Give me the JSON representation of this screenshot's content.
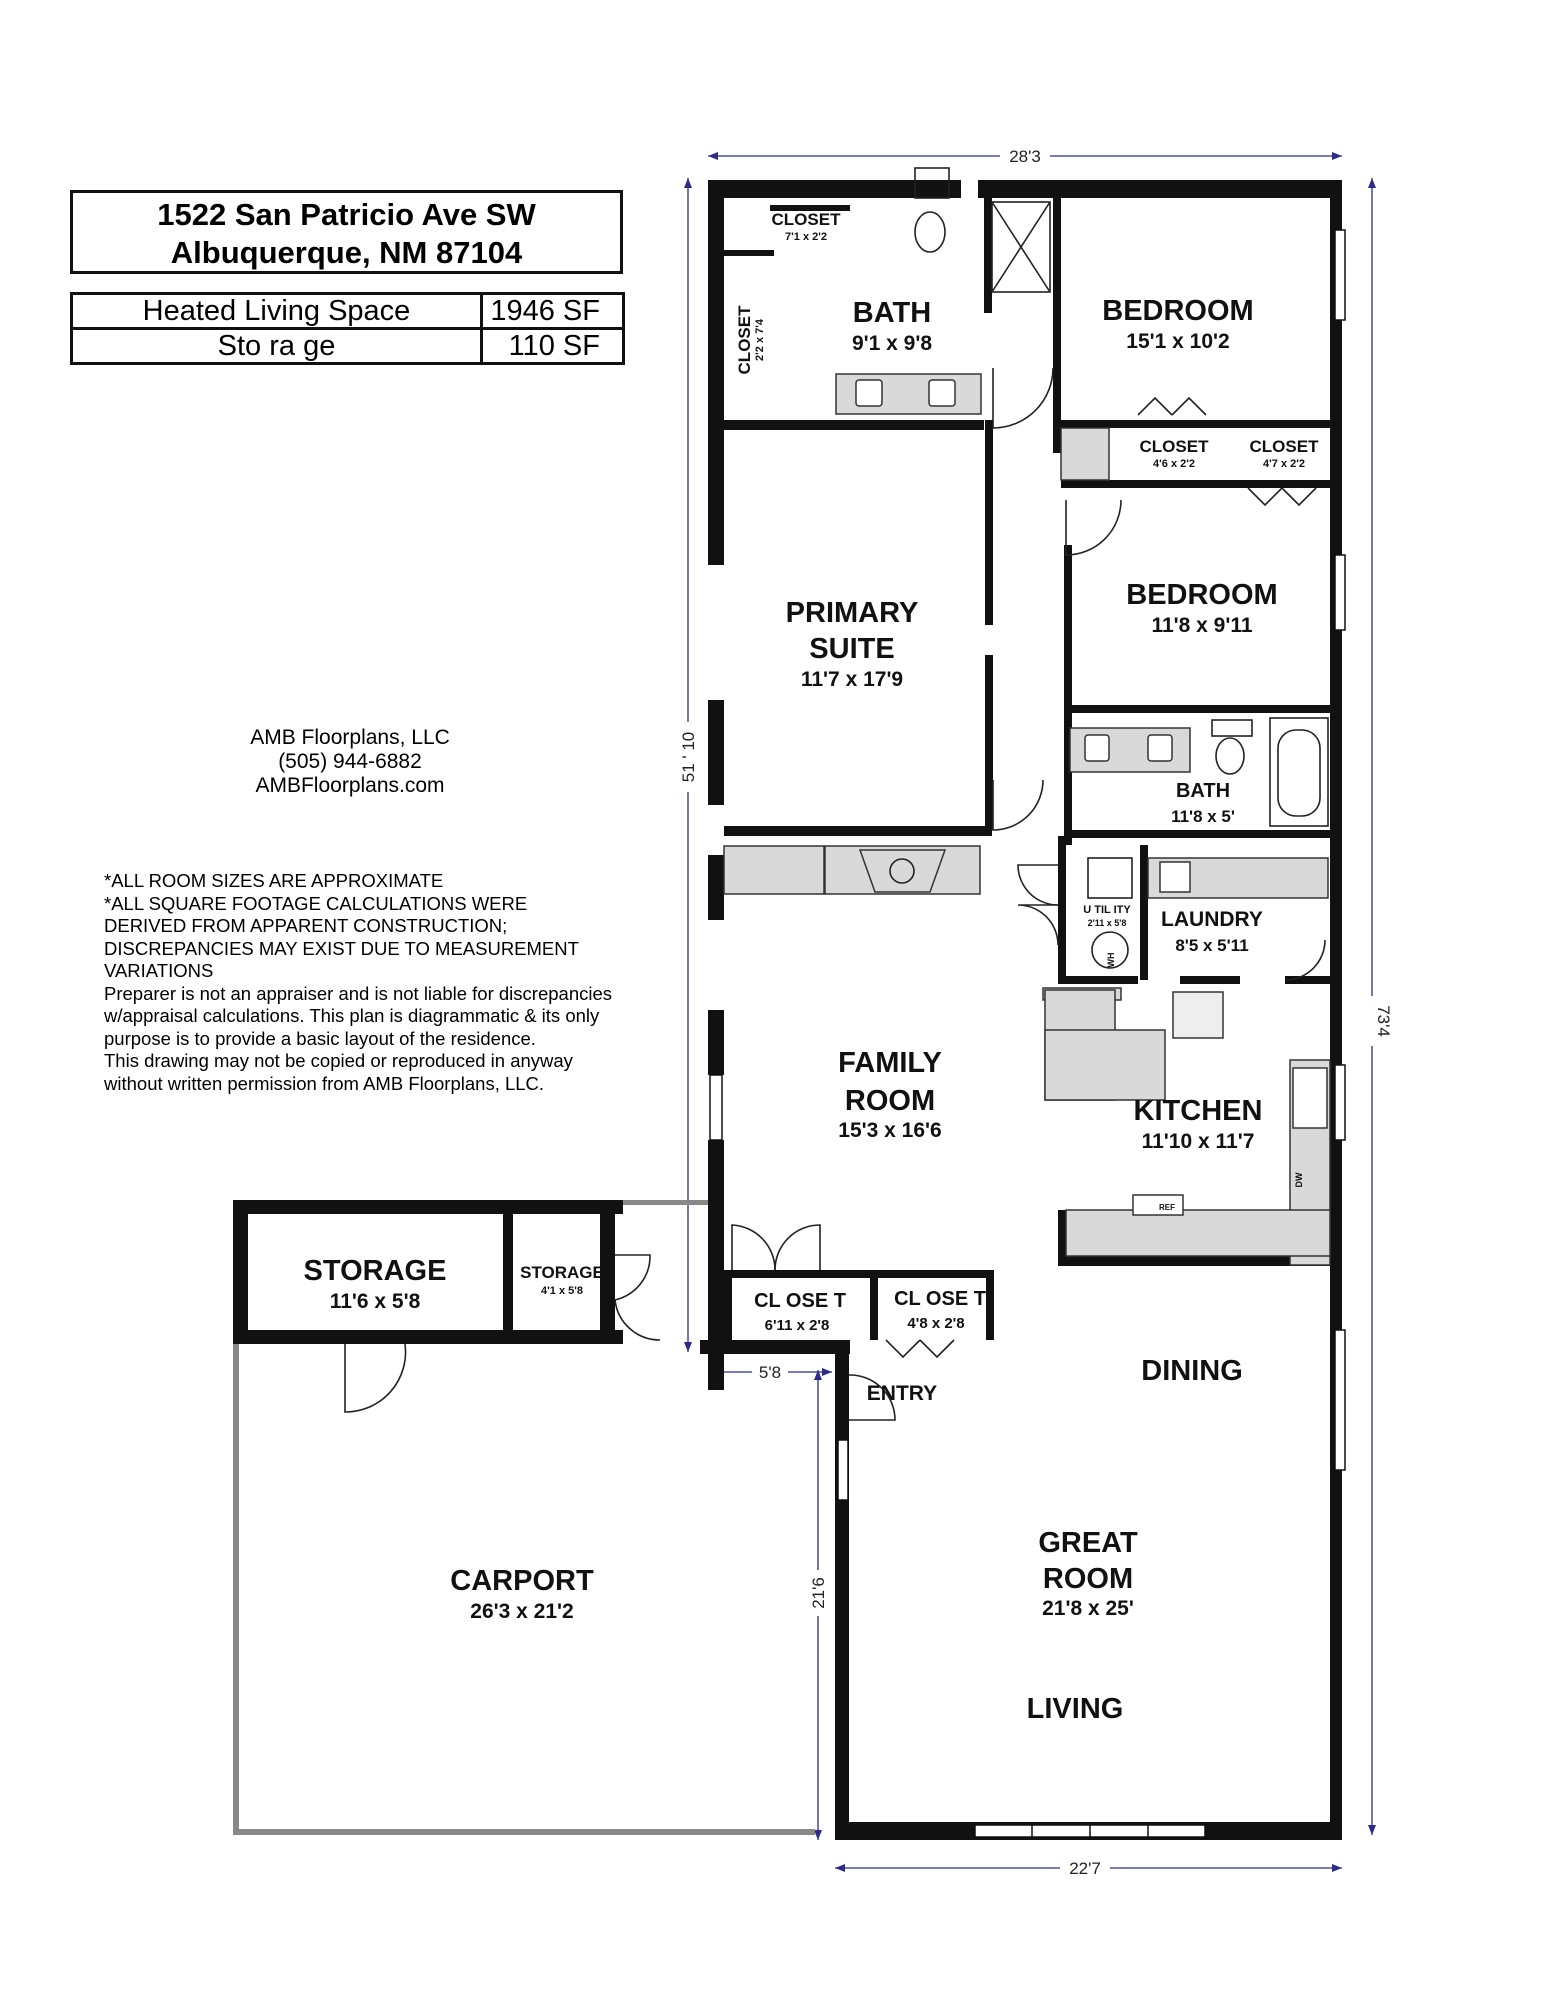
{
  "header": {
    "address_line1": "1522 San Patricio Ave SW",
    "address_line2": "Albuquerque, NM 87104"
  },
  "areas": [
    {
      "label": "Heated Living Space",
      "value": "1946 SF"
    },
    {
      "label": "Sto ra ge",
      "value": "110 SF"
    }
  ],
  "company": {
    "name": "AMB Floorplans, LLC",
    "phone": "(505) 944-6882",
    "website": "AMBFloorplans.com"
  },
  "disclaimer": "*ALL ROOM SIZES ARE APPROXIMATE\n*ALL SQUARE FOOTAGE CALCULATIONS WERE DERIVED FROM APPARENT CONSTRUCTION; DISCREPANCIES MAY EXIST DUE TO MEASUREMENT VARIATIONS\nPreparer is not an appraiser and is not liable for discrepancies w/appraisal calculations. This plan is diagrammatic & its only purpose is to provide a basic layout of the residence.\nThis drawing may not be copied or reproduced in anyway without written permission from AMB Floorplans, LLC.",
  "rooms": {
    "closet_top": {
      "name": "CLOSET",
      "dims": "7'1 x 2'2"
    },
    "closet_side": {
      "name": "CLOSET",
      "dims": "2'2 x 7'4"
    },
    "bath1": {
      "name": "BATH",
      "dims": "9'1 x 9'8"
    },
    "bedroom1": {
      "name": "BEDROOM",
      "dims": "15'1 x 10'2"
    },
    "closet_b1": {
      "name": "CLOSET",
      "dims": "4'6 x 2'2"
    },
    "closet_b2": {
      "name": "CLOSET",
      "dims": "4'7 x 2'2"
    },
    "primary": {
      "name1": "PRIMARY",
      "name2": "SUITE",
      "dims": "11'7 x 17'9"
    },
    "bedroom2": {
      "name": "BEDROOM",
      "dims": "11'8 x 9'11"
    },
    "bath2": {
      "name": "BATH",
      "dims": "11'8 x 5'"
    },
    "utility": {
      "name": "U TIL ITY",
      "dims": "2'11 x 5'8",
      "wh": "WH"
    },
    "laundry": {
      "name": "LAUNDRY",
      "dims": "8'5 x 5'11"
    },
    "family": {
      "name1": "FAMILY",
      "name2": "ROOM",
      "dims": "15'3 x 16'6"
    },
    "kitchen": {
      "name": "KITCHEN",
      "dims": "11'10 x 11'7",
      "dw": "DW",
      "ref": "REF"
    },
    "storage1": {
      "name": "STORAGE",
      "dims": "11'6 x 5'8"
    },
    "storage2": {
      "name": "STORAGE",
      "dims": "4'1 x 5'8"
    },
    "closet_e1": {
      "name": "CL OSE T",
      "dims": "6'11 x 2'8"
    },
    "closet_e2": {
      "name": "CL OSE T",
      "dims": "4'8 x 2'8"
    },
    "entry": {
      "name": "ENTRY"
    },
    "dining": {
      "name": "DINING"
    },
    "great": {
      "name1": "GREAT",
      "name2": "ROOM",
      "dims": "21'8 x 25'"
    },
    "living": {
      "name": "LIVING"
    },
    "carport": {
      "name": "CARPORT",
      "dims": "26'3 x 21'2"
    }
  },
  "dimensions": {
    "top": "28'3",
    "right": "73'4",
    "left": "51 ' 10",
    "bottom": "22'7",
    "offset": "5'8",
    "carport_height": "21'6"
  },
  "colors": {
    "wall": "#111111",
    "dimension": "#2b2b8a",
    "fixture": "#d9d9d9"
  }
}
